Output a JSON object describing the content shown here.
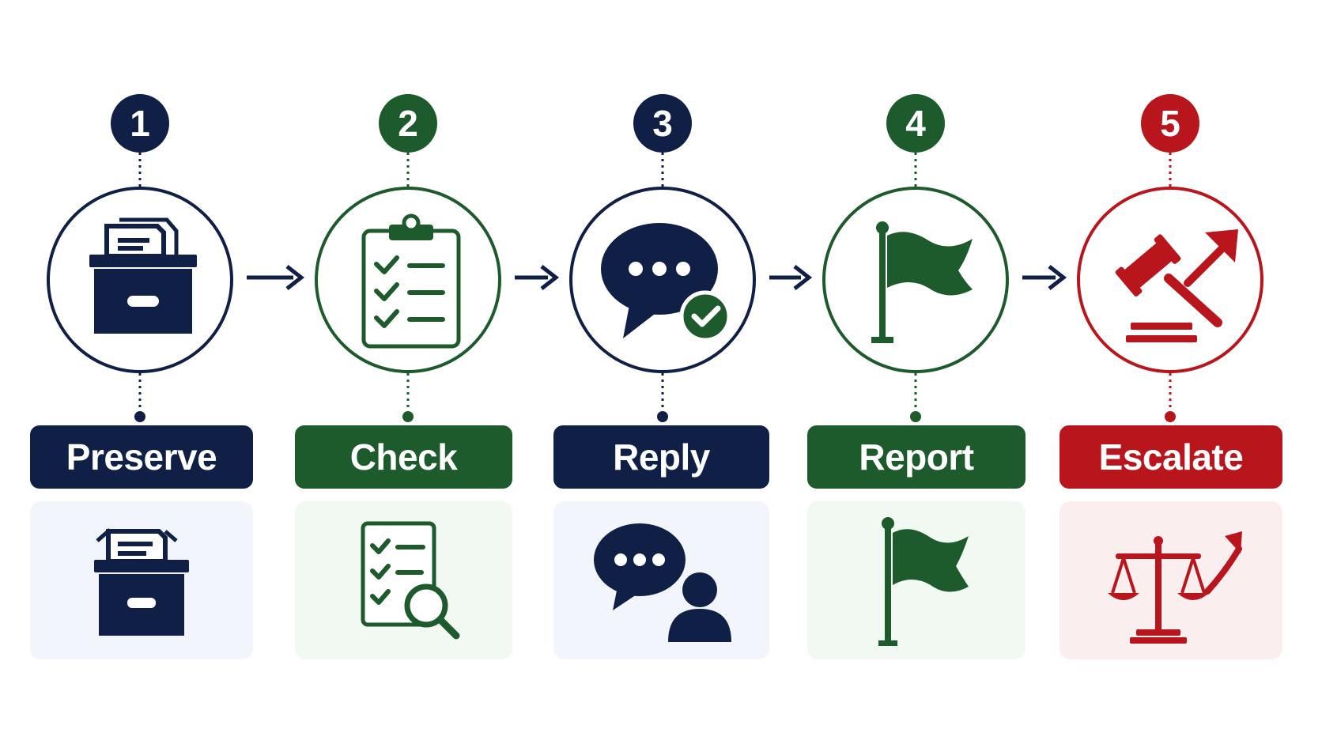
{
  "colors": {
    "navy": "#0f1f45",
    "green": "#1d5a2c",
    "red": "#b8161c",
    "tint_navy": "#f2f5fb",
    "tint_green": "#f2f8f2",
    "tint_red": "#fbeeee"
  },
  "steps": [
    {
      "number": "1",
      "label": "Preserve",
      "color": "navy",
      "icon": "file-cabinet-icon",
      "panel_icon": "file-cabinet-icon"
    },
    {
      "number": "2",
      "label": "Check",
      "color": "green",
      "icon": "clipboard-checklist-icon",
      "panel_icon": "document-search-icon"
    },
    {
      "number": "3",
      "label": "Reply",
      "color": "navy",
      "icon": "chat-bubble-check-icon",
      "panel_icon": "chat-bubble-person-icon"
    },
    {
      "number": "4",
      "label": "Report",
      "color": "green",
      "icon": "flag-icon",
      "panel_icon": "flag-icon"
    },
    {
      "number": "5",
      "label": "Escalate",
      "color": "red",
      "icon": "gavel-arrow-icon",
      "panel_icon": "scales-arrow-icon"
    }
  ]
}
